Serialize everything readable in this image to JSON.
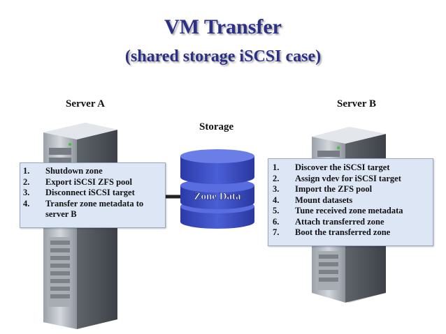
{
  "title": "VM Transfer",
  "subtitle": "(shared storage iSCSI case)",
  "server_a": {
    "label": "Server A",
    "steps": [
      {
        "num": "1.",
        "text": "Shutdown zone"
      },
      {
        "num": "2.",
        "text": "Export iSCSI ZFS pool"
      },
      {
        "num": "3.",
        "text": "Disconnect iSCSI target"
      },
      {
        "num": "4.",
        "text": "Transfer zone metadata to server B"
      }
    ]
  },
  "server_b": {
    "label": "Server B",
    "steps": [
      {
        "num": "1.",
        "text": "Discover the iSCSI target"
      },
      {
        "num": "2.",
        "text": "Assign vdev for iSCSI target"
      },
      {
        "num": "3.",
        "text": "Import the ZFS pool"
      },
      {
        "num": "4.",
        "text": "Mount datasets"
      },
      {
        "num": "5.",
        "text": "Tune received zone metadata"
      },
      {
        "num": "6.",
        "text": "Attach transferred zone"
      },
      {
        "num": "7.",
        "text": "Boot the transferred zone"
      }
    ]
  },
  "storage": {
    "label": "Storage",
    "zone_label": "Zone Data"
  },
  "colors": {
    "title": "#2c2f86",
    "disk_fill": "#3b4ec2",
    "box_fill": "#dde6f5"
  }
}
